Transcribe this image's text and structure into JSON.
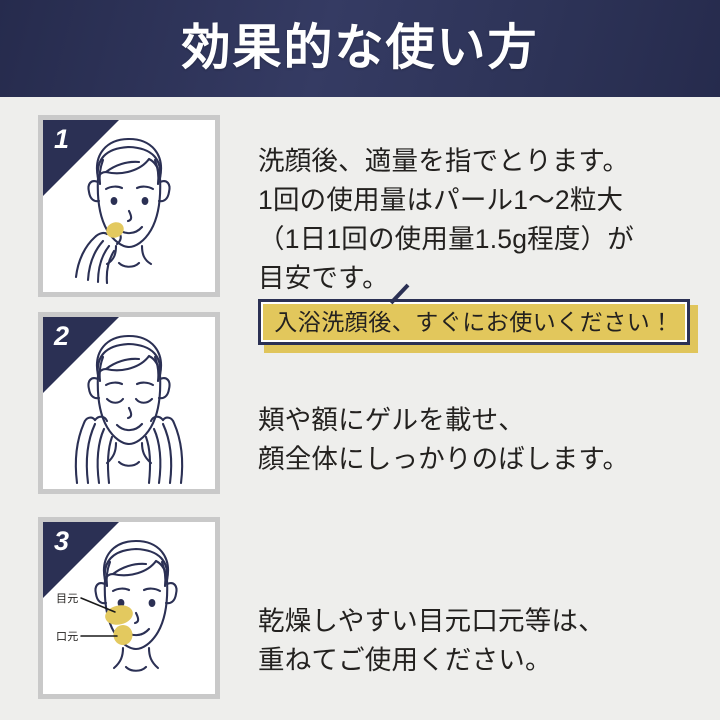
{
  "header": {
    "title": "効果的な使い方",
    "background_color": "#2b3054",
    "text_color": "#ffffff"
  },
  "page": {
    "background_color": "#eeeeec",
    "text_color": "#23211f",
    "accent_navy": "#2b3054",
    "accent_gold": "#e2c75c",
    "frame_border_color": "#c9c9c9"
  },
  "steps": [
    {
      "number": "1",
      "illustration_name": "face-applying-gel-with-fingers",
      "text": "洗顔後、適量を指でとります。\n1回の使用量はパール1〜2粒大\n（1日1回の使用量1.5g程度）が\n目安です。"
    },
    {
      "number": "2",
      "illustration_name": "face-spreading-gel-both-hands",
      "text": "頬や額にゲルを載せ、\n顔全体にしっかりのばします。"
    },
    {
      "number": "3",
      "illustration_name": "face-gel-on-eye-and-mouth-areas",
      "text": "乾燥しやすい目元口元等は、\n重ねてご使用ください。",
      "labels": {
        "eye_area": "目元",
        "mouth_area": "口元"
      }
    }
  ],
  "callout": {
    "text": "入浴洗顔後、すぐにお使いください！",
    "fill_color": "#e2c75c",
    "border_color": "#2b3054"
  }
}
